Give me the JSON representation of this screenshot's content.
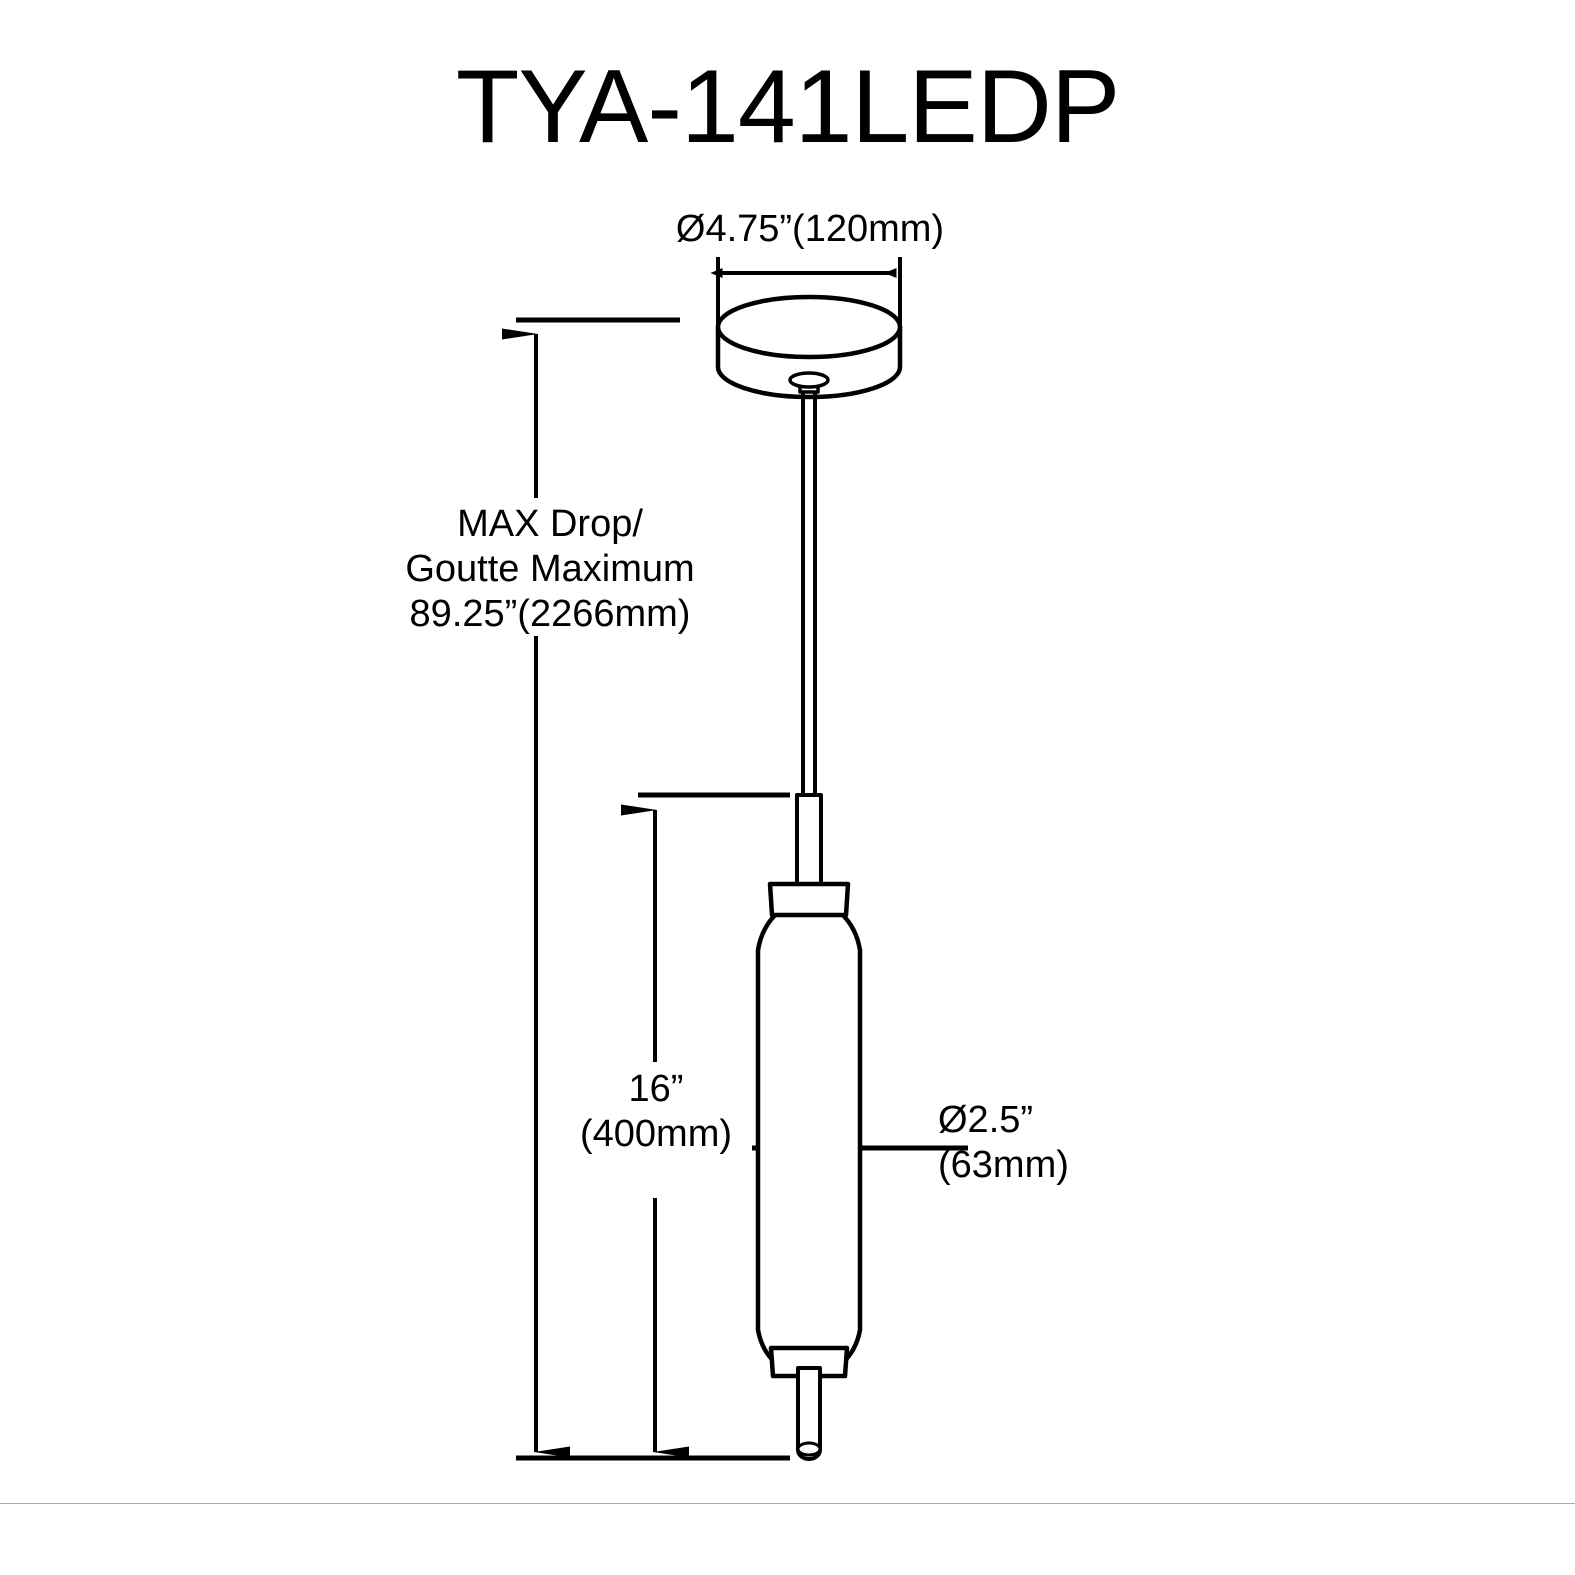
{
  "sheet": {
    "title": "TYA-141LEDP",
    "background_color": "#ffffff",
    "line_color": "#000000",
    "footer_rule_color": "#a8a8ad"
  },
  "dimensions": {
    "canopy_diameter": {
      "label": "Ø4.75”(120mm)",
      "inches": "4.75",
      "millimeters": "120",
      "type": "diameter",
      "orientation": "horizontal"
    },
    "max_drop": {
      "line1": "MAX Drop/",
      "line2": "Goutte Maximum",
      "line3": "89.25”(2266mm)",
      "inches": "89.25",
      "millimeters": "2266",
      "type": "length",
      "orientation": "vertical"
    },
    "body_length": {
      "line1": "16”",
      "line2": "(400mm)",
      "inches": "16",
      "millimeters": "400",
      "type": "length",
      "orientation": "vertical"
    },
    "body_diameter": {
      "line1": "Ø2.5”",
      "line2": "(63mm)",
      "inches": "2.5",
      "millimeters": "63",
      "type": "diameter",
      "orientation": "leader"
    }
  },
  "fixture": {
    "parts": [
      {
        "name": "canopy",
        "shape": "cylinder-with-elliptical-top"
      },
      {
        "name": "canopy-nipple",
        "shape": "small-disc"
      },
      {
        "name": "suspension-cord",
        "shape": "thin-tube"
      },
      {
        "name": "stem-rod",
        "shape": "tube"
      },
      {
        "name": "shade-collar-top",
        "shape": "ring"
      },
      {
        "name": "glass-shade",
        "shape": "elongated-capsule"
      },
      {
        "name": "shade-collar-bottom",
        "shape": "ring"
      },
      {
        "name": "bottom-stem",
        "shape": "rounded-rod"
      }
    ]
  }
}
